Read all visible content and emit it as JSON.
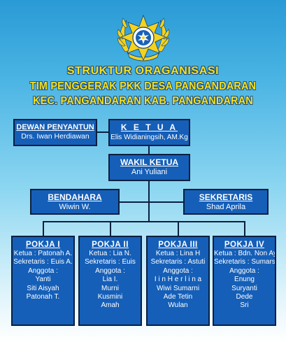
{
  "title": {
    "line1": "STRUKTUR ORAGANISASI",
    "line2": "TIM PENGGERAK PKK DESA PANGANDARAN",
    "line3": "KEC. PANGANDARAN KAB. PANGANDARAN"
  },
  "colors": {
    "box_fill": "#155fb8",
    "box_border": "#0a1f40",
    "title_text": "#f5e11c",
    "background_top": "#2a9ad6",
    "background_bottom": "#ffffff"
  },
  "logo": {
    "icon": "pkk-emblem-icon"
  },
  "dewan": {
    "role": "DEWAN PENYANTUN",
    "name": "Drs. Iwan Herdiawan"
  },
  "ketua": {
    "role": "K E T U A",
    "name": "Elis Widianingsih, AM.Kg"
  },
  "wakil": {
    "role": "WAKIL KETUA",
    "name": "Ani Yuliani"
  },
  "bendahara": {
    "role": "BENDAHARA",
    "name": "Wiwin W."
  },
  "sekretaris": {
    "role": "SEKRETARIS",
    "name": "Shad Aprila"
  },
  "pokja": [
    {
      "title": "POKJA I",
      "lines": [
        "Ketua : Patonah A.",
        "Sekretaris : Euis A.",
        "Anggota :",
        "Yanti",
        "Siti Aisyah",
        "Patonah T."
      ]
    },
    {
      "title": "POKJA II",
      "lines": [
        "Ketua : Lia N.",
        "Sekretaris : Euis",
        "Anggota :",
        "Lia I.",
        "Murni",
        "Kusmini",
        "Amah"
      ]
    },
    {
      "title": "POKJA III",
      "lines": [
        "Ketua : Lina H",
        "Sekretaris : Astuti",
        "Anggota :",
        "I i n  H e r l i n a",
        "Wiwi Sumarni",
        "Ade Tetin",
        "Wulan"
      ]
    },
    {
      "title": "POKJA IV",
      "lines": [
        "Ketua : Bdn. Non Ayu",
        "Sekretaris : Sumarsih",
        "Anggota :",
        "Enung",
        "Suryanti",
        "Dede",
        "Sri"
      ]
    }
  ]
}
